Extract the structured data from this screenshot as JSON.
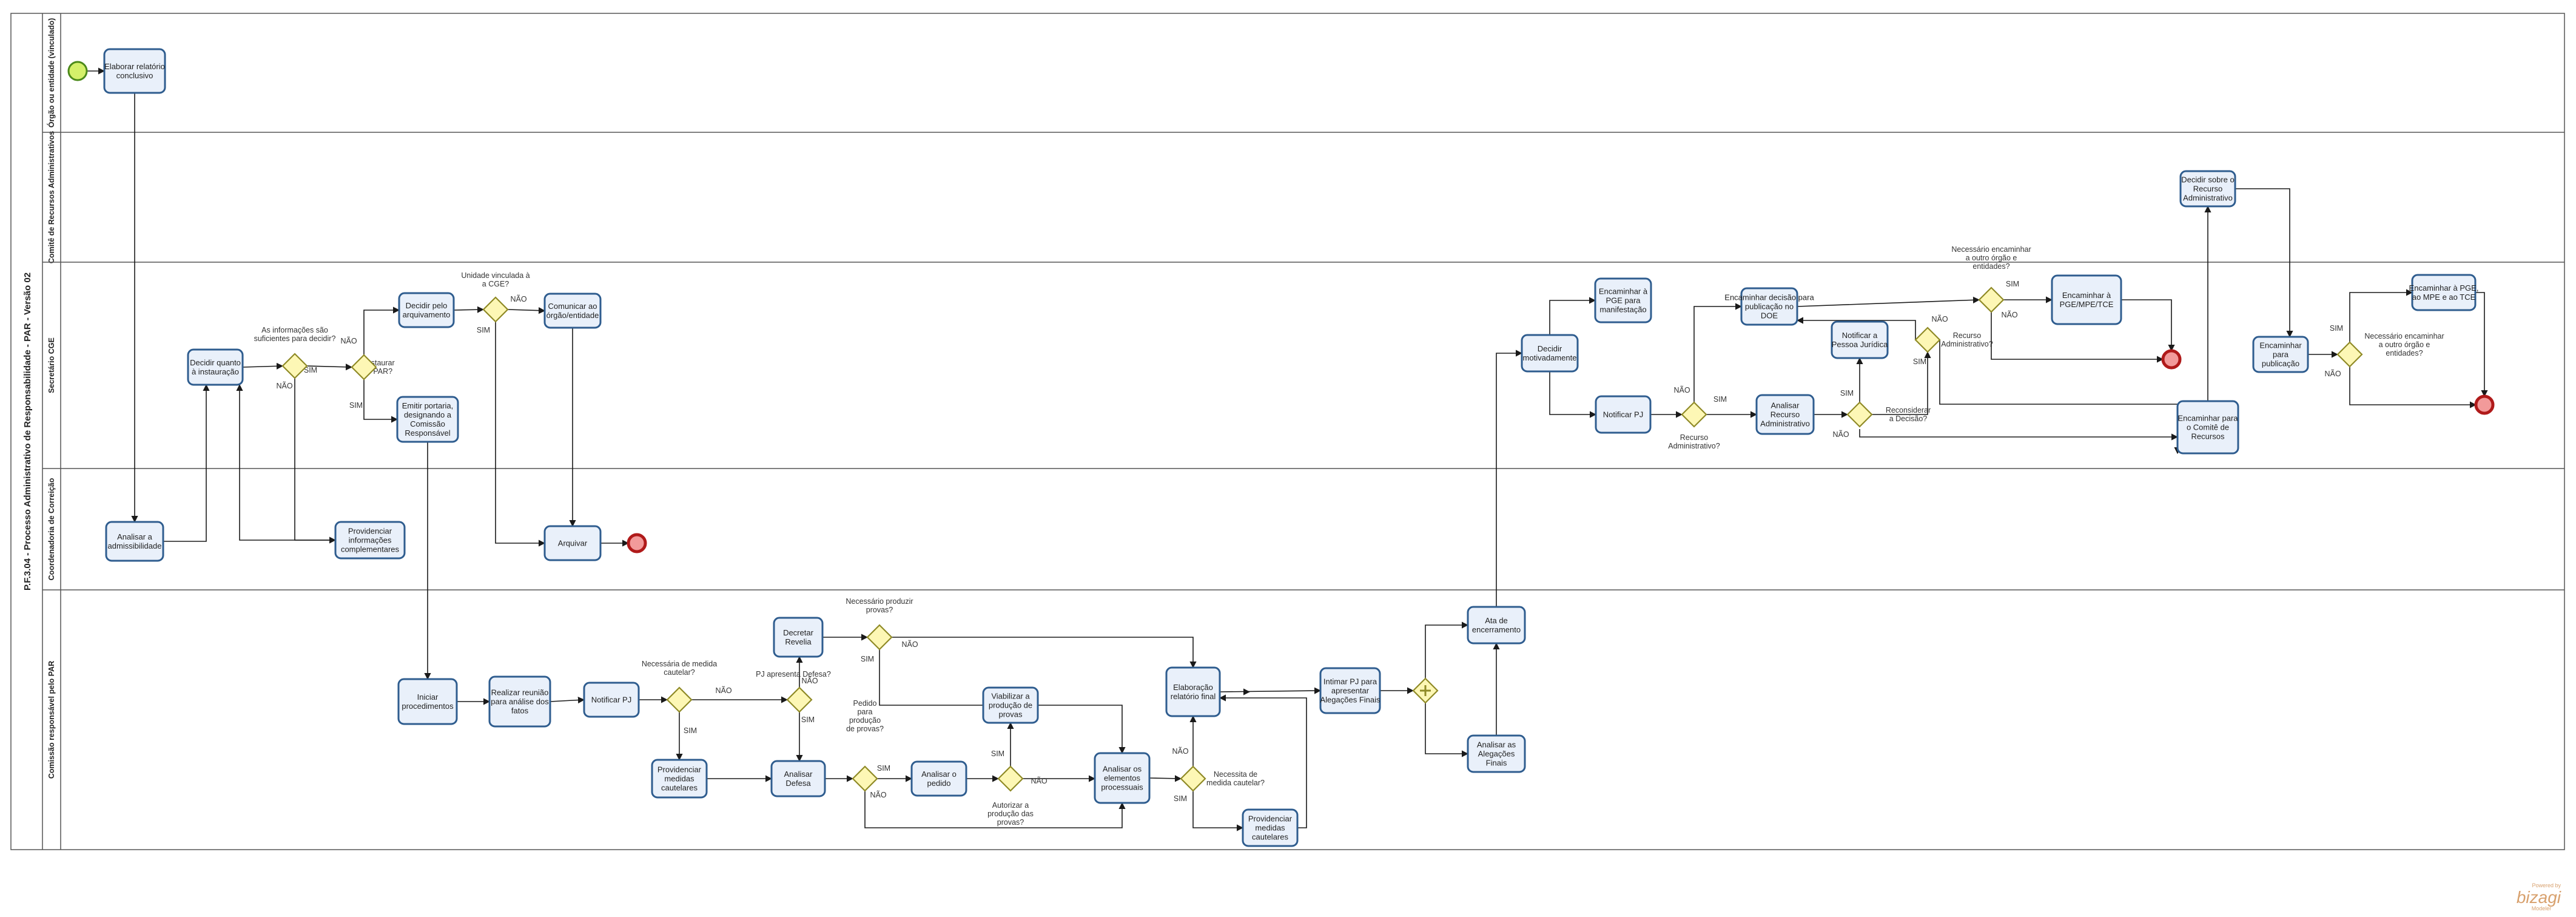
{
  "pool": {
    "title": "P.F.3.04 - Processo Administrativo de Responsabilidade - PAR - Versão 02"
  },
  "lanes": [
    {
      "id": "orgao",
      "label": "Órgão ou entidade (vinculado)"
    },
    {
      "id": "comite",
      "label": "Comitê de Recursos Administrativos"
    },
    {
      "id": "secretario",
      "label": "Secretário CGE"
    },
    {
      "id": "coordenadoria",
      "label": "Coordenadoria de Correição"
    },
    {
      "id": "comissao",
      "label": "Comissão responsável pelo PAR"
    }
  ],
  "tasks": {
    "elaborar_relatorio": [
      "Elaborar relatório",
      "conclusivo"
    ],
    "analisar_admissibilidade": [
      "Analisar a",
      "admissibilidade"
    ],
    "decidir_instauracao": [
      "Decidir quanto",
      "à instauração"
    ],
    "providenciar_info": [
      "Providenciar",
      "informações",
      "complementares"
    ],
    "decidir_arquivamento": [
      "Decidir pelo",
      "arquivamento"
    ],
    "emitir_portaria": [
      "Emitir portaria,",
      "designando a",
      "Comissão",
      "Responsável"
    ],
    "comunicar_orgao": [
      "Comunicar ao",
      "órgão/entidade"
    ],
    "arquivar": [
      "Arquivar"
    ],
    "iniciar_procedimentos": [
      "Iniciar",
      "procedimentos"
    ],
    "realizar_reuniao": [
      "Realizar reunião",
      "para análise dos",
      "fatos"
    ],
    "notificar_pj_1": [
      "Notificar PJ"
    ],
    "providenciar_medidas_1": [
      "Providenciar",
      "medidas",
      "cautelares"
    ],
    "decretar_revelia": [
      "Decretar",
      "Revelia"
    ],
    "analisar_defesa": [
      "Analisar",
      "Defesa"
    ],
    "analisar_pedido": [
      "Analisar o",
      "pedido"
    ],
    "viabilizar_producao": [
      "Viabilizar a",
      "produção de",
      "provas"
    ],
    "analisar_elementos": [
      "Analisar os",
      "elementos",
      "processuais"
    ],
    "elaboracao_relatorio_final": [
      "Elaboração",
      "relatório final"
    ],
    "providenciar_medidas_2": [
      "Providenciar",
      "medidas",
      "cautelares"
    ],
    "intimar_pj": [
      "Intimar PJ para",
      "apresentar",
      "Alegações Finais"
    ],
    "ata_encerramento": [
      "Ata de",
      "encerramento"
    ],
    "analisar_alegacoes": [
      "Analisar as",
      "Alegações",
      "Finais"
    ],
    "decidir_motivadamente": [
      "Decidir",
      "motivadamente"
    ],
    "encaminhar_pge_manifestacao": [
      "Encaminhar à",
      "PGE para",
      "manifestação"
    ],
    "notificar_pj_2": [
      "Notificar PJ"
    ],
    "encaminhar_doe": [
      "Encaminhar  decisão para",
      "publicação no",
      "DOE"
    ],
    "notificar_pj_juridica": [
      "Notificar a",
      "Pessoa Jurídica"
    ],
    "analisar_recurso": [
      "Analisar",
      "Recurso",
      "Administrativo"
    ],
    "encaminhar_pge_mpe_tce": [
      "Encaminhar à",
      "PGE/MPE/TCE"
    ],
    "encaminhar_comite": [
      "Encaminhar para",
      "o Comitê de",
      "Recursos"
    ],
    "decidir_recurso": [
      "Decidir sobre o",
      "Recurso",
      "Administrativo"
    ],
    "encaminhar_publicacao": [
      "Encaminhar",
      "para",
      "publicação"
    ],
    "encaminhar_pge_mpe_tce_2": [
      "Encaminhar à PGE,",
      "ao MPE e ao TCE"
    ]
  },
  "gateway_labels": {
    "g_info": [
      "As informações são",
      "suficientes para decidir?"
    ],
    "g_instaurar": [
      "Instaurar",
      "o PAR?"
    ],
    "g_cge": [
      "Unidade vinculada à",
      "a CGE?"
    ],
    "g_medida1": [
      "Necessária de medida",
      "cautelar?"
    ],
    "g_defesa": [
      "PJ apresenta Defesa?"
    ],
    "g_provas": [
      "Necessário produzir",
      "provas?"
    ],
    "g_pedido": [
      "Pedido",
      "para",
      "produção",
      "de provas?"
    ],
    "g_autorizar": [
      "Autorizar a",
      "produção das",
      "provas?"
    ],
    "g_medida2": [
      "Necessita de",
      "medida cautelar?"
    ],
    "g_recurso1": [
      "Recurso",
      "Administrativo?"
    ],
    "g_reconsiderar": [
      "Reconsiderar",
      "a Decisão?"
    ],
    "g_recurso2": [
      "Recurso",
      "Administrativo?"
    ],
    "g_enc1": [
      "Necessário encaminhar",
      "a outro órgão e",
      "entidades?"
    ],
    "g_enc2": [
      "Necessário encaminhar",
      "a outro órgão e",
      "entidades?"
    ]
  },
  "flow_labels": {
    "sim": "SIM",
    "nao": "NÃO"
  },
  "branding": {
    "small": "Powered by",
    "logo": "bizagi",
    "sub": "Modeler"
  },
  "colors": {
    "task_fill": "#e9f0fa",
    "task_stroke": "#2f5d8f",
    "gateway_fill": "#fdf7b5",
    "start_fill": "#d4f06a",
    "end_fill": "#f29a9a"
  }
}
